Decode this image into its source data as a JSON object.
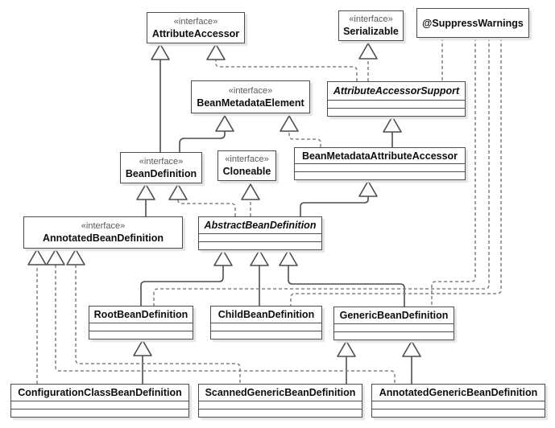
{
  "nodes": {
    "attribute_accessor": {
      "stereotype": "«interface»",
      "name": "AttributeAccessor"
    },
    "serializable": {
      "stereotype": "«interface»",
      "name": "Serializable"
    },
    "suppress_warnings": {
      "name": "@SuppressWarnings"
    },
    "bean_metadata_element": {
      "stereotype": "«interface»",
      "name": "BeanMetadataElement"
    },
    "attribute_accessor_support": {
      "name": "AttributeAccessorSupport",
      "abstract": "true"
    },
    "bean_definition": {
      "stereotype": "«interface»",
      "name": "BeanDefinition"
    },
    "cloneable": {
      "stereotype": "«interface»",
      "name": "Cloneable"
    },
    "bean_metadata_attribute_accessor": {
      "name": "BeanMetadataAttributeAccessor"
    },
    "annotated_bean_definition": {
      "stereotype": "«interface»",
      "name": "AnnotatedBeanDefinition"
    },
    "abstract_bean_definition": {
      "name": "AbstractBeanDefinition",
      "abstract": "true"
    },
    "root_bean_definition": {
      "name": "RootBeanDefinition"
    },
    "child_bean_definition": {
      "name": "ChildBeanDefinition"
    },
    "generic_bean_definition": {
      "name": "GenericBeanDefinition"
    },
    "configuration_class_bean_definition": {
      "name": "ConfigurationClassBeanDefinition"
    },
    "scanned_generic_bean_definition": {
      "name": "ScannedGenericBeanDefinition"
    },
    "annotated_generic_bean_definition": {
      "name": "AnnotatedGenericBeanDefinition"
    }
  },
  "relationships": [
    {
      "from": "BeanDefinition",
      "to": "AttributeAccessor",
      "type": "extends",
      "line": "solid"
    },
    {
      "from": "BeanDefinition",
      "to": "BeanMetadataElement",
      "type": "extends",
      "line": "solid"
    },
    {
      "from": "AnnotatedBeanDefinition",
      "to": "BeanDefinition",
      "type": "extends",
      "line": "solid"
    },
    {
      "from": "AttributeAccessorSupport",
      "to": "AttributeAccessor",
      "type": "implements",
      "line": "dashed"
    },
    {
      "from": "AttributeAccessorSupport",
      "to": "Serializable",
      "type": "implements",
      "line": "dashed"
    },
    {
      "from": "BeanMetadataAttributeAccessor",
      "to": "AttributeAccessorSupport",
      "type": "extends",
      "line": "solid"
    },
    {
      "from": "BeanMetadataAttributeAccessor",
      "to": "BeanMetadataElement",
      "type": "implements",
      "line": "dashed"
    },
    {
      "from": "AbstractBeanDefinition",
      "to": "BeanMetadataAttributeAccessor",
      "type": "extends",
      "line": "solid"
    },
    {
      "from": "AbstractBeanDefinition",
      "to": "BeanDefinition",
      "type": "implements",
      "line": "dashed"
    },
    {
      "from": "AbstractBeanDefinition",
      "to": "Cloneable",
      "type": "implements",
      "line": "dashed"
    },
    {
      "from": "RootBeanDefinition",
      "to": "AbstractBeanDefinition",
      "type": "extends",
      "line": "solid"
    },
    {
      "from": "ChildBeanDefinition",
      "to": "AbstractBeanDefinition",
      "type": "extends",
      "line": "solid"
    },
    {
      "from": "GenericBeanDefinition",
      "to": "AbstractBeanDefinition",
      "type": "extends",
      "line": "solid"
    },
    {
      "from": "ConfigurationClassBeanDefinition",
      "to": "RootBeanDefinition",
      "type": "extends",
      "line": "solid"
    },
    {
      "from": "ScannedGenericBeanDefinition",
      "to": "GenericBeanDefinition",
      "type": "extends",
      "line": "solid"
    },
    {
      "from": "AnnotatedGenericBeanDefinition",
      "to": "GenericBeanDefinition",
      "type": "extends",
      "line": "solid"
    },
    {
      "from": "ConfigurationClassBeanDefinition",
      "to": "AnnotatedBeanDefinition",
      "type": "implements",
      "line": "dashed"
    },
    {
      "from": "ScannedGenericBeanDefinition",
      "to": "AnnotatedBeanDefinition",
      "type": "implements",
      "line": "dashed"
    },
    {
      "from": "AnnotatedGenericBeanDefinition",
      "to": "AnnotatedBeanDefinition",
      "type": "implements",
      "line": "dashed"
    },
    {
      "from": "AttributeAccessorSupport",
      "to": "@SuppressWarnings",
      "type": "annotation",
      "line": "dashed"
    },
    {
      "from": "GenericBeanDefinition",
      "to": "@SuppressWarnings",
      "type": "annotation",
      "line": "dashed"
    },
    {
      "from": "RootBeanDefinition",
      "to": "@SuppressWarnings",
      "type": "annotation",
      "line": "dashed"
    },
    {
      "from": "ChildBeanDefinition",
      "to": "@SuppressWarnings",
      "type": "annotation",
      "line": "dashed"
    }
  ],
  "colors": {
    "background": "#ffffff",
    "box_fill": "#ffffff",
    "box_border": "#4d4d4d",
    "solid_line": "#4d4d4d",
    "dashed_line": "#828282",
    "stereotype_text": "#595959",
    "name_text": "#0d0d0d",
    "shadow": "#e4e4e4"
  }
}
